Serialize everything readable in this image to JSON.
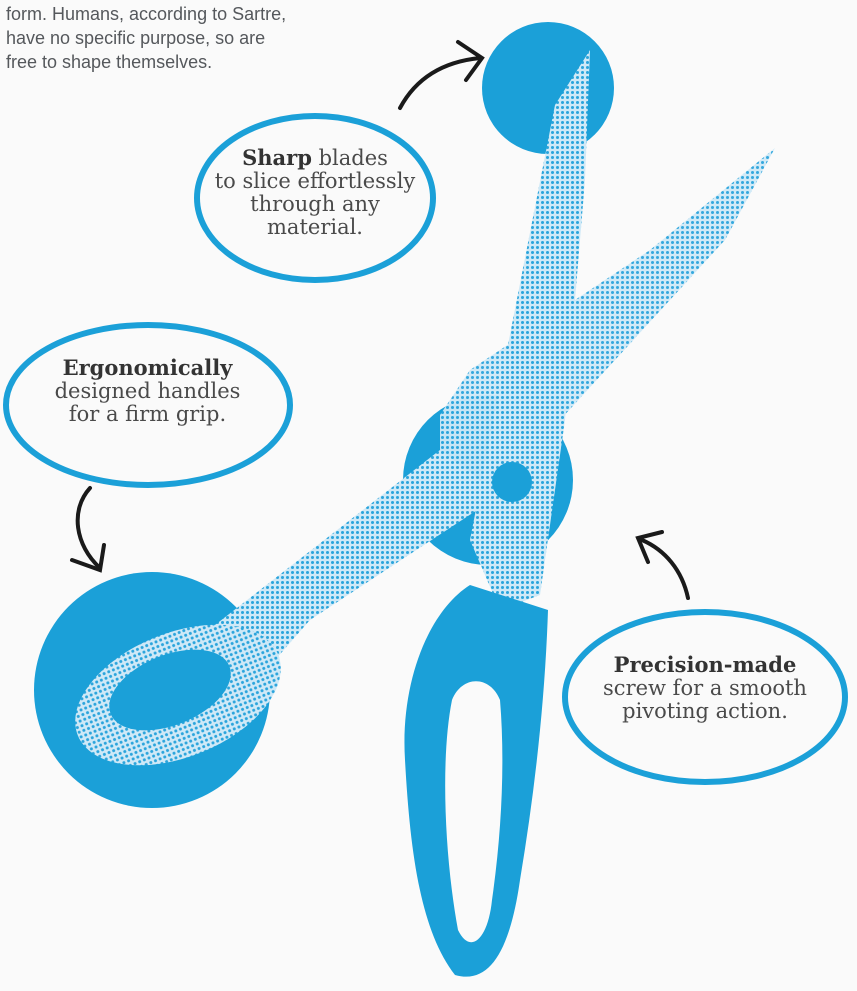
{
  "intro": {
    "lines": [
      "form. Humans, according to Sartre,",
      "have no specific purpose, so are",
      "free to shape themselves."
    ]
  },
  "callouts": {
    "sharp": {
      "bold": "Sharp",
      "line1_rest": " blades",
      "line2": "to slice effortlessly",
      "line3": "through any",
      "line4": "material."
    },
    "ergonomic": {
      "bold": "Ergonomically",
      "line2": "designed handles",
      "line3": "for a firm grip."
    },
    "precision": {
      "bold": "Precision-made",
      "line2": "screw for a smooth",
      "line3": "pivoting action."
    }
  },
  "colors": {
    "accent": "#1ba0d8",
    "light": "#7fc7ea",
    "ink": "#333333"
  },
  "icons": [
    "arrow-icon",
    "scissors-illustration"
  ]
}
